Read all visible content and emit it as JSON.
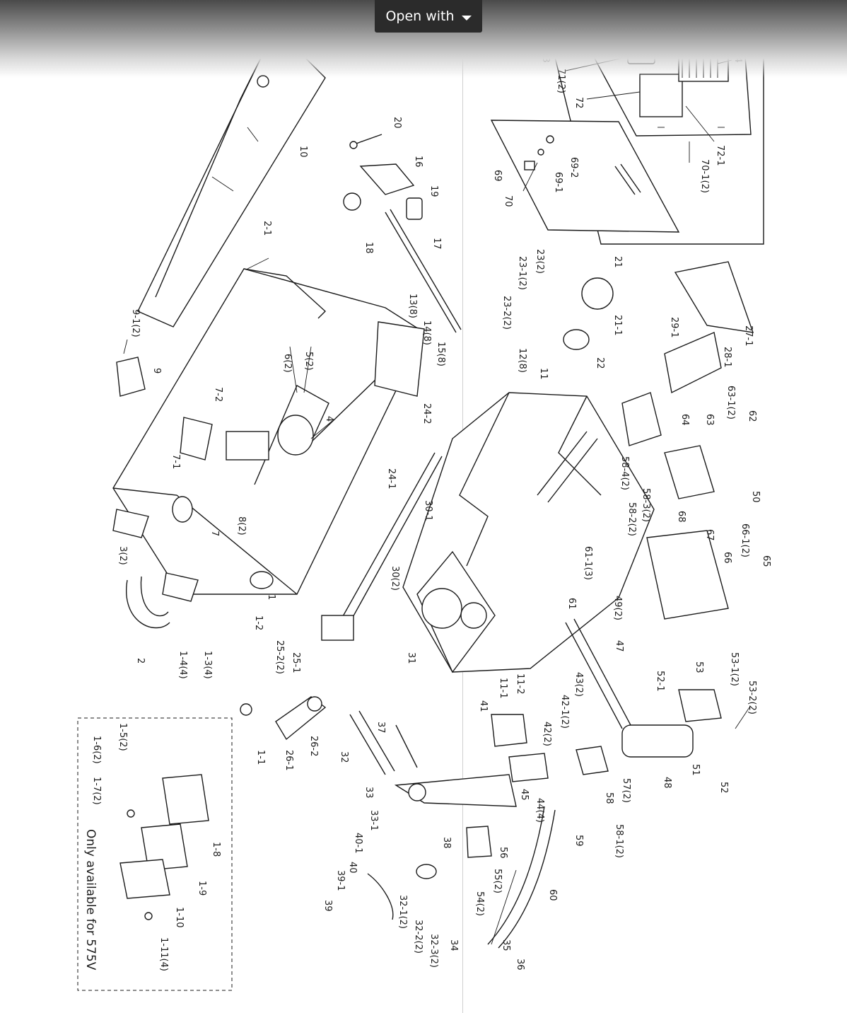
{
  "toolbar": {
    "open_with_label": "Open with"
  },
  "diagram": {
    "note": "Only available for 575V",
    "labels": [
      "73",
      "74",
      "71(2)",
      "72",
      "72-1",
      "70-1(2)",
      "69-2",
      "69-1",
      "69",
      "70",
      "20",
      "16",
      "19",
      "18",
      "17",
      "10",
      "2-1",
      "9-1(2)",
      "9",
      "23(2)",
      "23-1(2)",
      "23-2(2)",
      "21",
      "21-1",
      "22",
      "29-1",
      "27-1",
      "28-1",
      "13(8)",
      "14(8)",
      "15(8)",
      "5(2)",
      "6(2)",
      "12(8)",
      "11",
      "63-1(2)",
      "62",
      "63",
      "64",
      "24-2",
      "7-2",
      "4",
      "58-4(2)",
      "58-3(2)",
      "58-2(2)",
      "50",
      "24-1",
      "30-1",
      "7-1",
      "68",
      "66-1(2)",
      "65",
      "67",
      "66",
      "8(2)",
      "7",
      "30(2)",
      "61-1(3)",
      "61",
      "49(2)",
      "3(2)",
      "1-2",
      "1",
      "31",
      "47",
      "25-2(2)",
      "25-1",
      "11-2",
      "11-1",
      "43(2)",
      "53-1(2)",
      "53-2(2)",
      "53",
      "52-1",
      "1-3(4)",
      "1-4(4)",
      "2",
      "42-1(2)",
      "42(2)",
      "41",
      "26-2",
      "26-1",
      "1-1",
      "37",
      "32",
      "51",
      "48",
      "52",
      "45",
      "44(4)",
      "57(2)",
      "58",
      "1-5(2)",
      "1-6(2)",
      "1-7(2)",
      "1-8",
      "33",
      "33-1",
      "38",
      "58-1(2)",
      "59",
      "40-1",
      "56",
      "55(2)",
      "40",
      "39-1",
      "39",
      "32-1(2)",
      "32-2(2)",
      "32-3(2)",
      "54(2)",
      "60",
      "34",
      "35",
      "36",
      "1-9",
      "1-10",
      "1-11(4)"
    ]
  }
}
